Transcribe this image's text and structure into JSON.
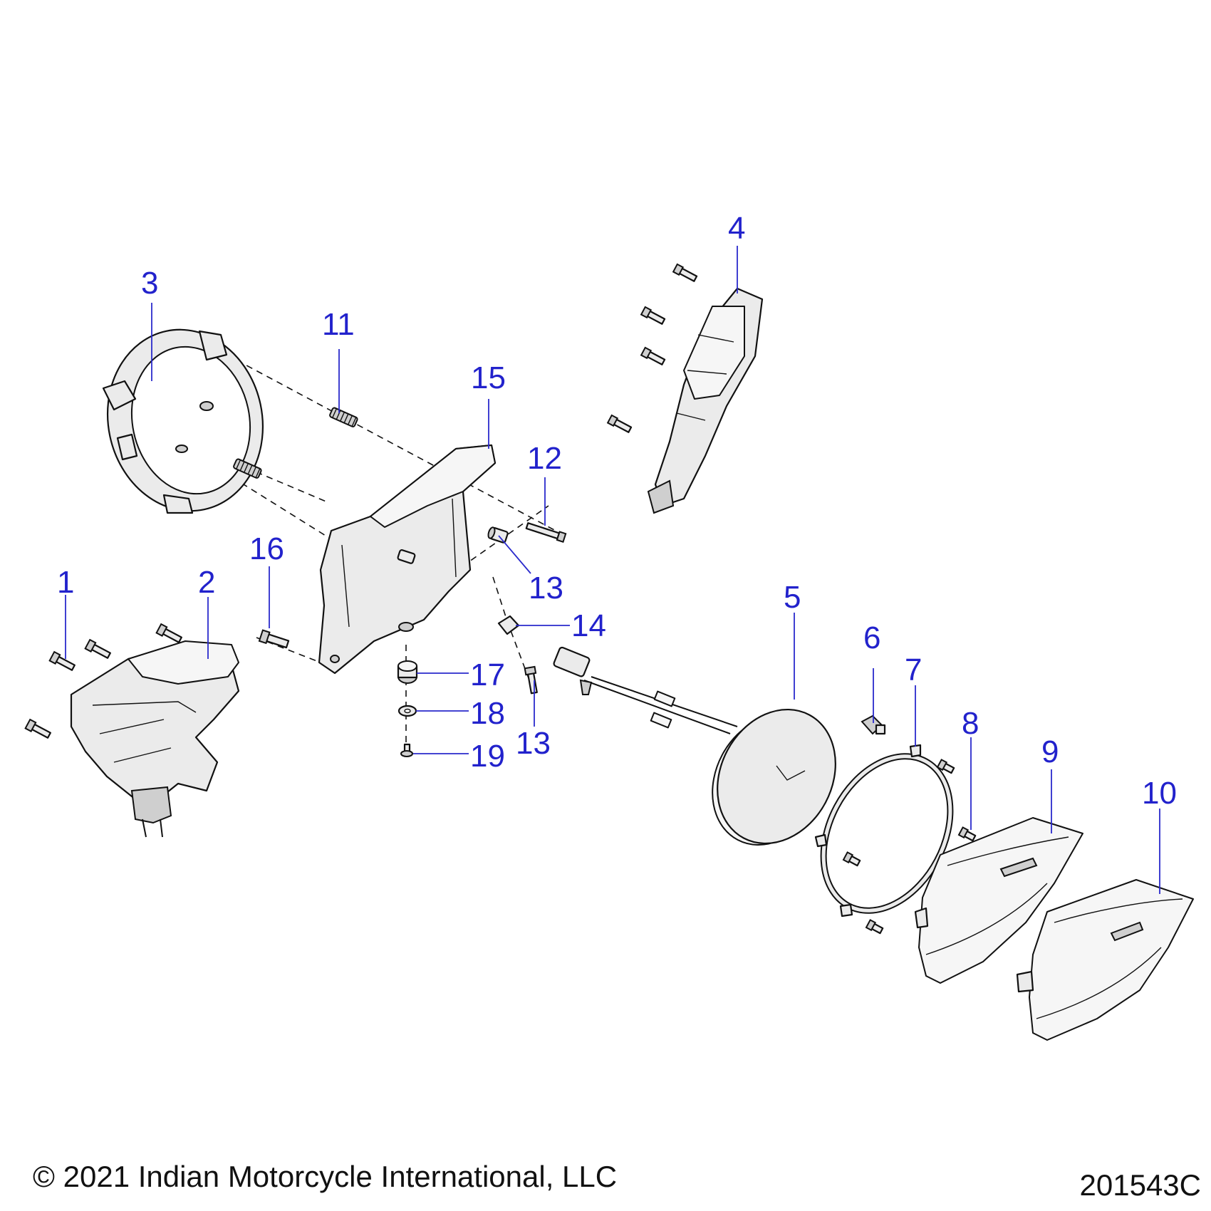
{
  "callouts": {
    "c1": "1",
    "c2": "2",
    "c3": "3",
    "c4": "4",
    "c5": "5",
    "c6": "6",
    "c7": "7",
    "c8": "8",
    "c9": "9",
    "c10": "10",
    "c11": "11",
    "c12": "12",
    "c13a": "13",
    "c13b": "13",
    "c14": "14",
    "c15": "15",
    "c16": "16",
    "c17": "17",
    "c18": "18",
    "c19": "19"
  },
  "footer": {
    "copyright": "© 2021 Indian Motorcycle International, LLC",
    "drawing_number": "201543C"
  },
  "colors": {
    "callout": "#2222cc",
    "line_art": "#111111",
    "part_fill": "#ebebeb"
  }
}
